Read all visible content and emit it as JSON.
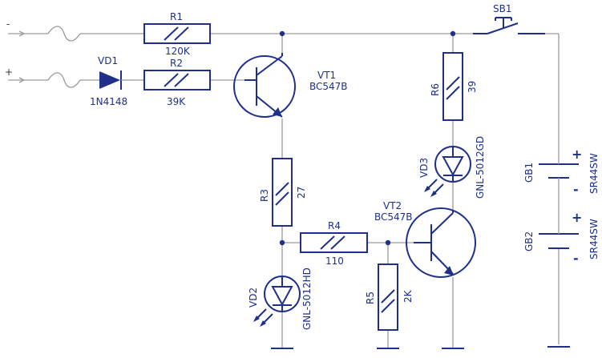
{
  "terminals": {
    "minus": "-",
    "plus": "+"
  },
  "components": {
    "R1": {
      "ref": "R1",
      "value": "120K"
    },
    "R2": {
      "ref": "R2",
      "value": "39K"
    },
    "R3": {
      "ref": "R3",
      "value": "27"
    },
    "R4": {
      "ref": "R4",
      "value": "110"
    },
    "R5": {
      "ref": "R5",
      "value": "2K"
    },
    "R6": {
      "ref": "R6",
      "value": "39"
    },
    "VD1": {
      "ref": "VD1",
      "value": "1N4148"
    },
    "VD2": {
      "ref": "VD2",
      "value": "GNL-5012HD"
    },
    "VD3": {
      "ref": "VD3",
      "value": "GNL-5012GD"
    },
    "VT1": {
      "ref": "VT1",
      "value": "BC547B"
    },
    "VT2": {
      "ref": "VT2",
      "value": "BC547B"
    },
    "SB1": {
      "ref": "SB1"
    },
    "GB1": {
      "ref": "GB1",
      "value": "SR44SW",
      "plus": "+",
      "minus": "-"
    },
    "GB2": {
      "ref": "GB2",
      "value": "SR44SW",
      "plus": "+",
      "minus": "-"
    }
  },
  "colors": {
    "component": "#1f2f8a",
    "wire": "#9a9a9a",
    "background": "#ffffff"
  }
}
